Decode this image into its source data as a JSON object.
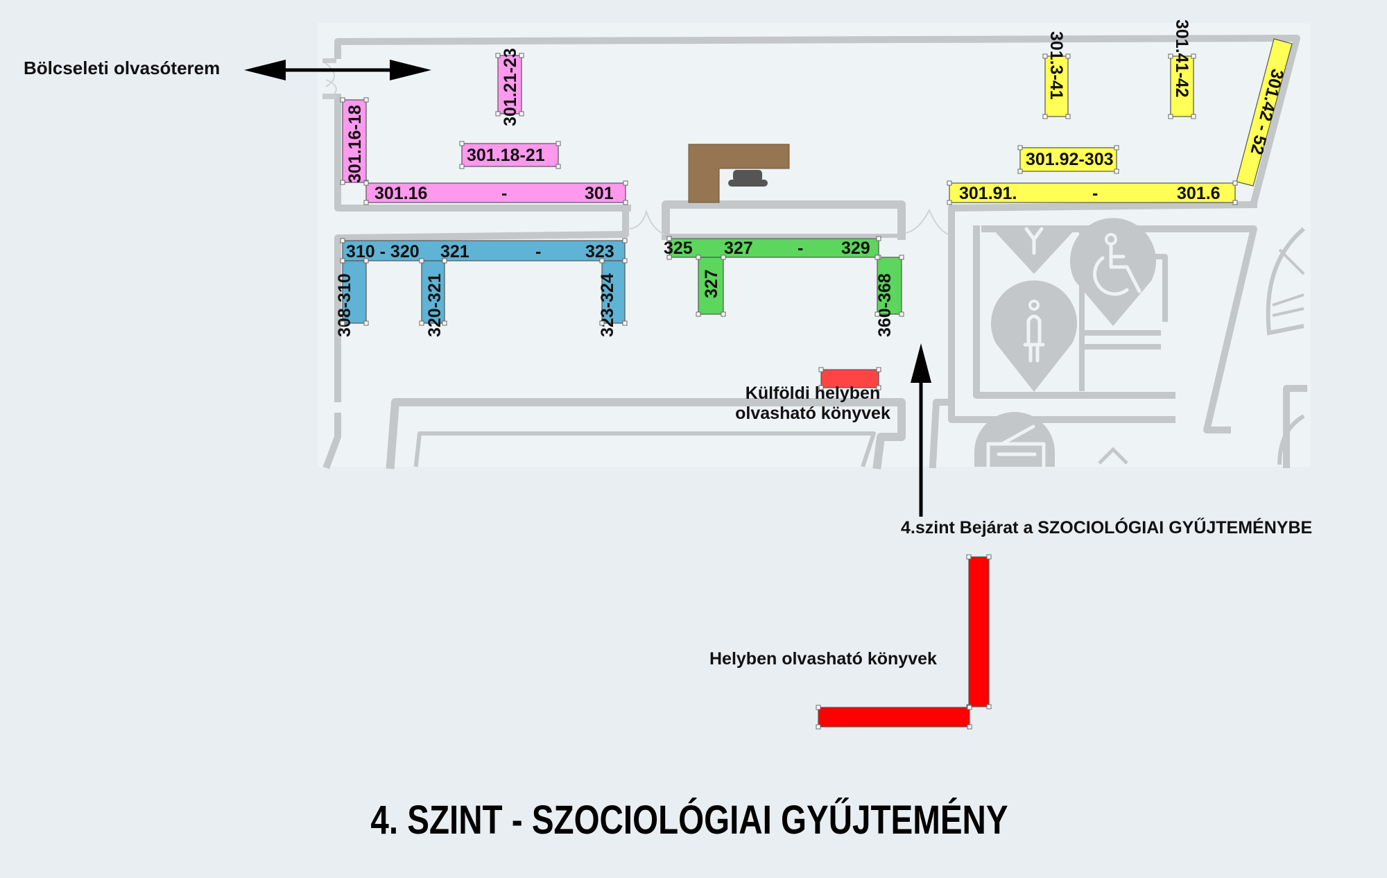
{
  "title": "4. SZINT - SZOCIOLÓGIAI GYŰJTEMÉNY",
  "colors": {
    "background": "#e8eef2",
    "map_panel": "#eef3f6",
    "wall": "#c3c7ca",
    "pink": "#ff99ee",
    "yellow": "#ffff55",
    "blue": "#5fb3d4",
    "green": "#5cd65c",
    "red": "#ff0000",
    "red_light": "#ff4444",
    "desk": "#957552",
    "chair": "#555555",
    "icon_gray": "#c4c7ca"
  },
  "annotations": {
    "bolcseleti": "Bölcseleti olvasóterem",
    "entrance": "4.szint Bejárat a SZOCIOLÓGIAI GYŰJTEMÉNYBE",
    "kulfoldi_line1": "Külföldi helyben",
    "kulfoldi_line2": "olvasható könyvek",
    "helyben": "Helyben olvasható könyvek"
  },
  "shelves": {
    "pink": {
      "s301_16_18": "301.16-18",
      "s301_21_23": "301.21-23",
      "s301_18_21": "301.18-21",
      "long_left": "301.16",
      "long_dash": "-",
      "long_right": "301"
    },
    "yellow": {
      "s301_3_41": "301.3-41",
      "s301_41_42": "301.41-42",
      "s301_92_303": "301.92-303",
      "long_left": "301.91.",
      "long_dash": "-",
      "long_right": "301.6",
      "diagonal": "301.42 - 52"
    },
    "blue": {
      "long_a": "310 - 320",
      "long_b": "321",
      "long_dash": "-",
      "long_right": "323",
      "s308_310": "308-310",
      "s320_321": "320-321",
      "s323_324": "323-324"
    },
    "green": {
      "long_a": "325",
      "long_b": "327",
      "long_dash": "-",
      "long_right": "329",
      "s327": "327",
      "s360_368": "360-368"
    }
  },
  "map_icons": [
    "mens-restroom-icon",
    "womens-restroom-icon",
    "wheelchair-accessible-icon",
    "copier-icon",
    "elevator-icon"
  ]
}
